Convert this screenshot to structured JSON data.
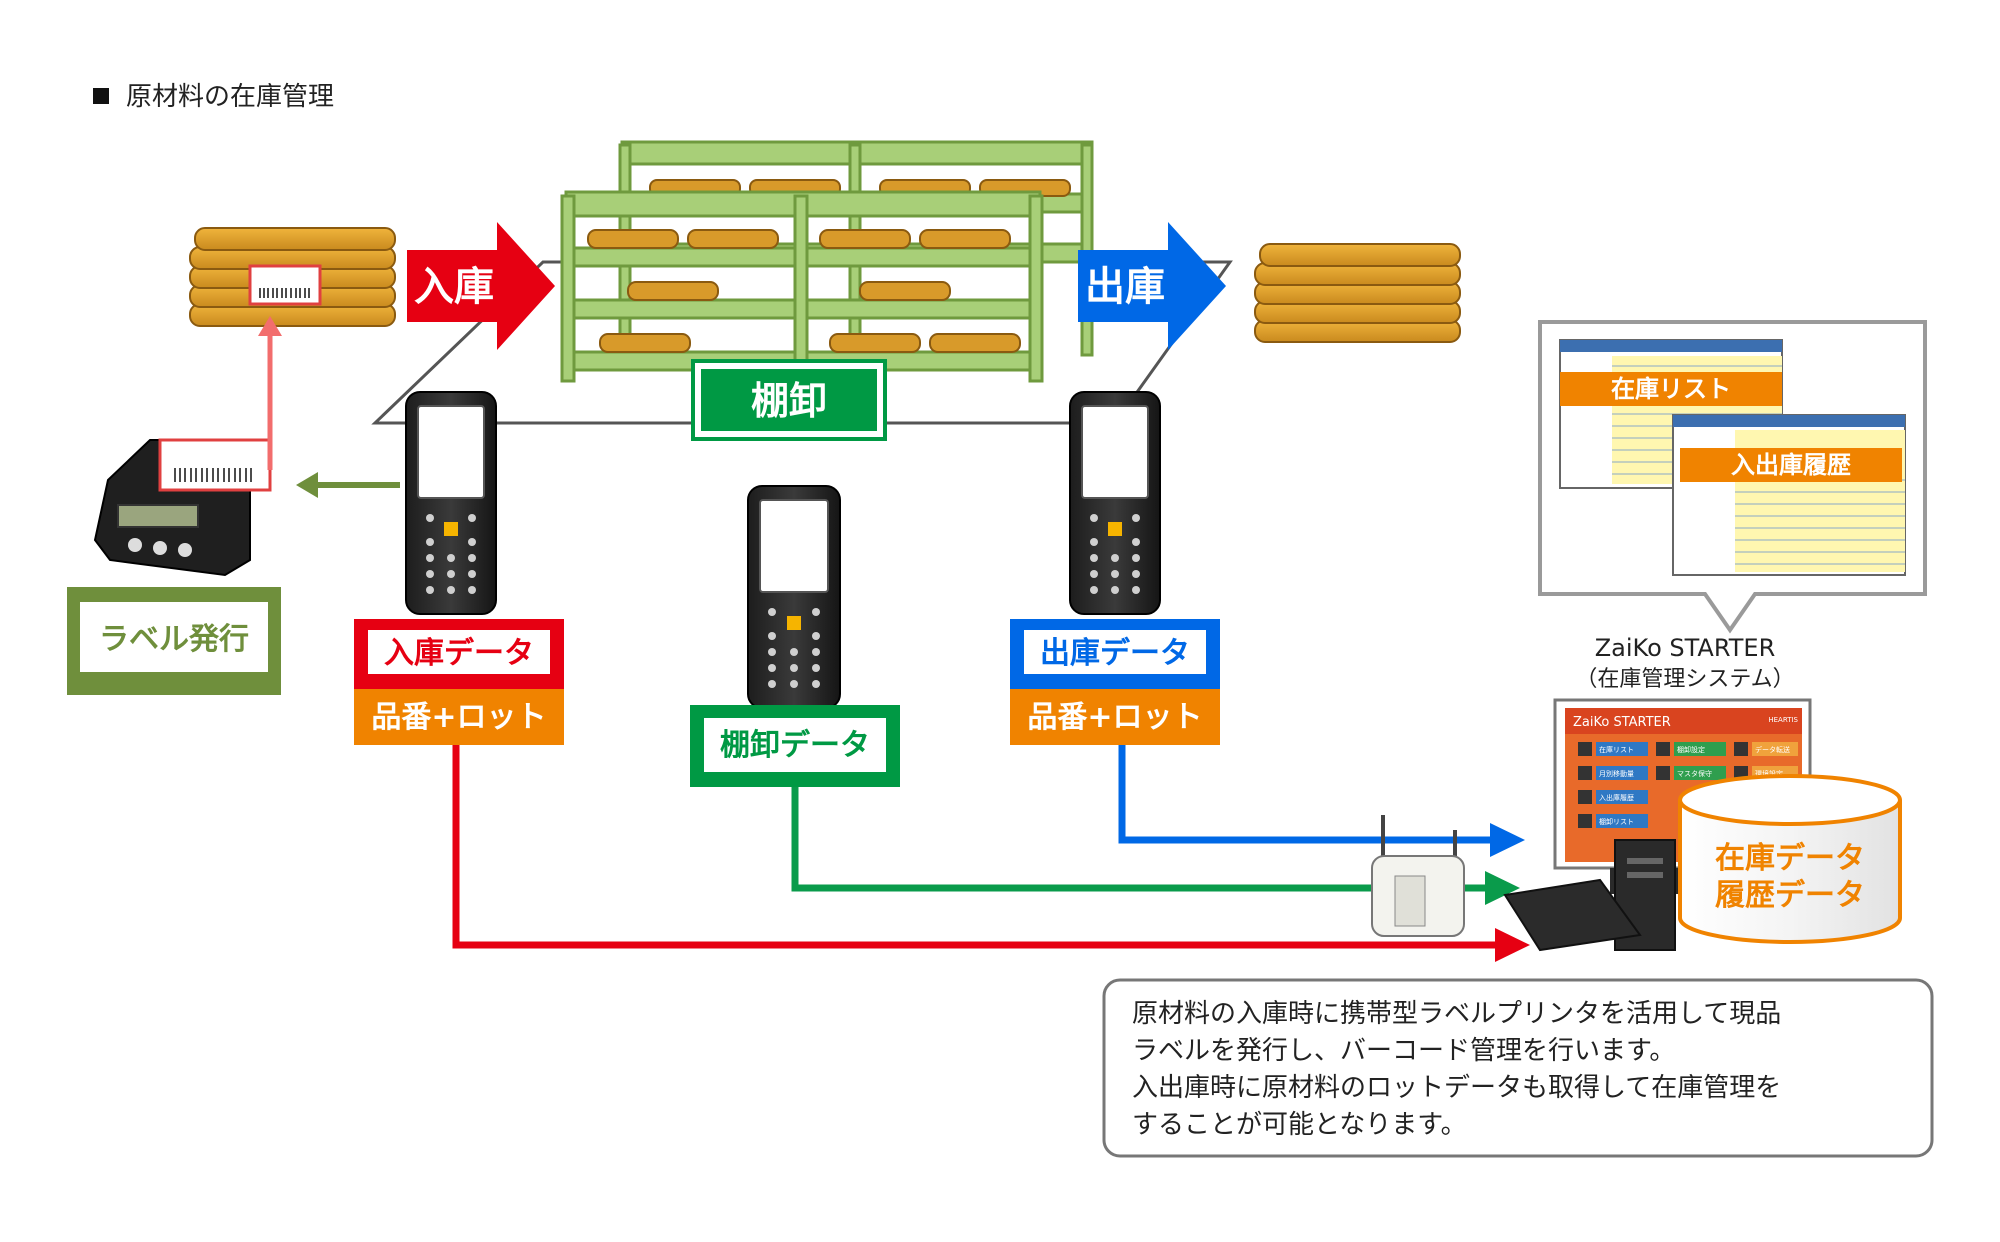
{
  "title": "原材料の在庫管理",
  "flow": {
    "in_label": "入庫",
    "out_label": "出庫",
    "inventory_label": "棚卸"
  },
  "label_issue": "ラベル発行",
  "data_boxes": {
    "in": {
      "title": "入庫データ",
      "sub": "品番+ロット"
    },
    "out": {
      "title": "出庫データ",
      "sub": "品番+ロット"
    },
    "inventory": {
      "title": "棚卸データ"
    }
  },
  "screens": {
    "stock_list": "在庫リスト",
    "history": "入出庫履歴"
  },
  "system": {
    "name": "ZaiKo STARTER",
    "subtitle": "（在庫管理システム）",
    "app_brand": "ZaiKo STARTER",
    "app_vendor": "HEARTIS",
    "app_menu": [
      "在庫リスト",
      "月別移動量",
      "入出庫履歴",
      "棚卸リスト",
      "棚卸設定",
      "マスタ保守",
      "データ転送",
      "環境設定"
    ]
  },
  "database": {
    "line1": "在庫データ",
    "line2": "履歴データ"
  },
  "note": {
    "line1": "原材料の入庫時に携帯型ラベルプリンタを活用して現品",
    "line2": "ラベルを発行し、バーコード管理を行います。",
    "line3": "入出庫時に原材料のロットデータも取得して在庫管理を",
    "line4": "することが可能となります。"
  },
  "colors": {
    "in": "#e60012",
    "out": "#0068e6",
    "inventory": "#009944",
    "lot": "#f08300",
    "label": "#6f8f3c",
    "shelf": "#8db65b",
    "goods": "#d89a2a"
  }
}
